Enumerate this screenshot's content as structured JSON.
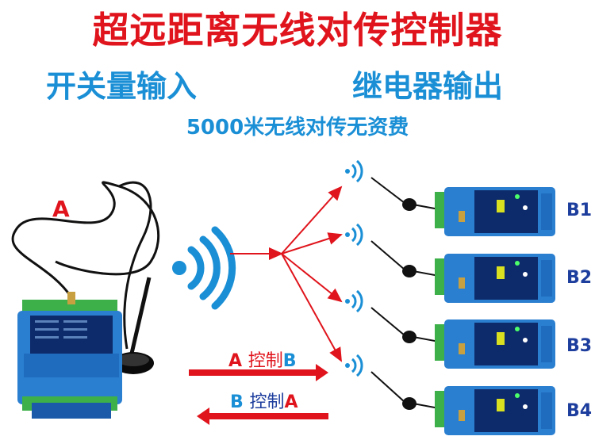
{
  "title": "超远距离无线对传控制器",
  "subtitle_left": "开关量输入",
  "subtitle_right": "继电器输出",
  "tagline": "5000米无线对传无资费",
  "main_device_label": "A",
  "receiver_labels": [
    "B1",
    "B2",
    "B3",
    "B4"
  ],
  "arrow_top": {
    "from": "A",
    "word": "控制",
    "to": "B"
  },
  "arrow_bottom": {
    "from": "B",
    "word": "控制",
    "to": "A"
  },
  "colors": {
    "red": "#e0141c",
    "blue": "#1a8fd6",
    "device_blue": "#2a7fd0",
    "terminal_green": "#3db04a"
  }
}
